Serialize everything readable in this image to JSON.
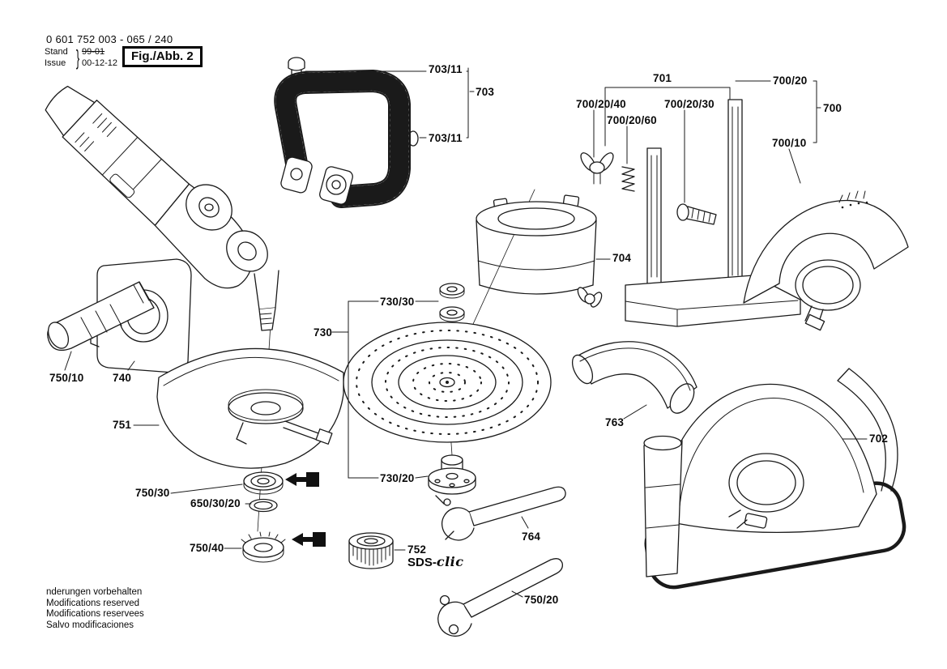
{
  "document": {
    "part_number": "0 601 752 003 - 065 / 240",
    "stand_label": "Stand",
    "issue_label": "Issue",
    "stand_value": "99-01",
    "issue_value": "00-12-12",
    "brace": "}",
    "figure_label": "Fig./Abb. 2"
  },
  "labels": [
    "703/11",
    "703",
    "701",
    "700/20/40",
    "700/20/30",
    "700/20/60",
    "700/20",
    "700",
    "700/10",
    "703/11",
    "704",
    "730/30",
    "730",
    "750/10",
    "740",
    "751",
    "750/30",
    "650/30/20",
    "730/20",
    "763",
    "702",
    "750/40",
    "752",
    "764",
    "750/20"
  ],
  "sds": {
    "prefix": "SDS-",
    "suffix": "clic"
  },
  "footer": [
    "nderungen vorbehalten",
    "Modifications reserved",
    "Modifications reservees",
    "Salvo modificaciones"
  ],
  "colors": {
    "ink": "#1a1a1a",
    "paper": "#ffffff"
  }
}
